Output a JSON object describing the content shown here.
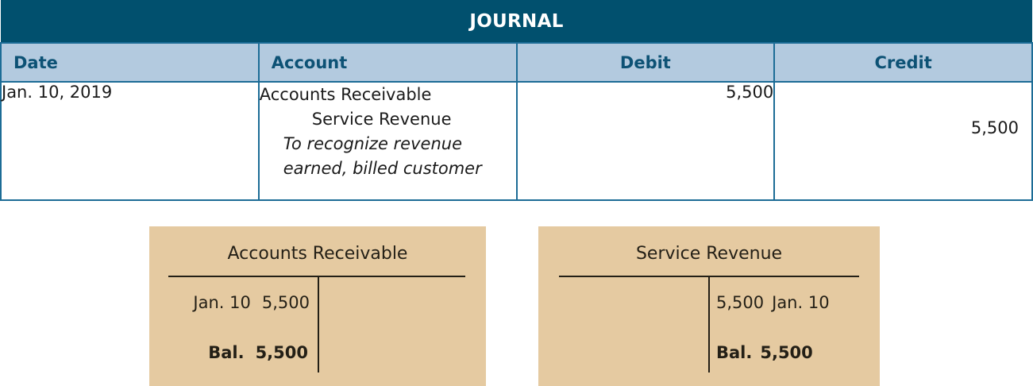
{
  "journal": {
    "title": "JOURNAL",
    "columns": [
      "Date",
      "Account",
      "Debit",
      "Credit"
    ],
    "rows": [
      {
        "date": "Jan. 10, 2019",
        "debit_account": "Accounts Receivable",
        "credit_account": "Service Revenue",
        "description": "To recognize revenue earned, billed customer",
        "debit": "5,500",
        "credit": "5,500"
      }
    ]
  },
  "t_accounts": [
    {
      "name": "Accounts Receivable",
      "normal_side": "debit",
      "debit_entries": [
        {
          "label": "Jan. 10",
          "amount": "5,500"
        }
      ],
      "credit_entries": [],
      "balance_label": "Bal.",
      "balance_amount": "5,500",
      "balance_side": "debit"
    },
    {
      "name": "Service Revenue",
      "normal_side": "credit",
      "debit_entries": [],
      "credit_entries": [
        {
          "label": "Jan. 10",
          "amount": "5,500"
        }
      ],
      "balance_label": "Bal.",
      "balance_amount": "5,500",
      "balance_side": "credit"
    }
  ],
  "colors": {
    "header_bar": "#01506E",
    "column_header": "#B3CADF",
    "header_text": "#0D5275",
    "border": "#1C6C96",
    "t_account_bg": "#E5CAA1",
    "t_account_text": "#231F16"
  }
}
